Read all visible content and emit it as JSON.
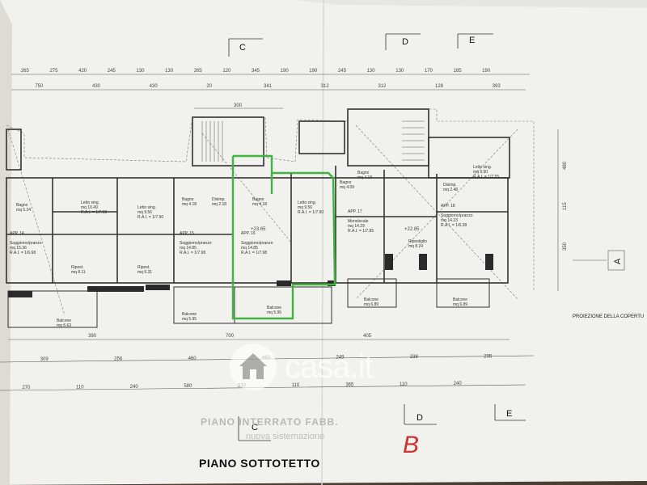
{
  "drawing": {
    "title": "PIANO SOTTOTETTO",
    "handwritten_mark": "B",
    "watermark": "casa.it",
    "faded_title": "PIANO INTERRATO FABB.",
    "faded_subtitle": "nuova sistemazione",
    "projection_label": "PROIEZIONE DELLA COPERTU",
    "section_labels_top": [
      "C",
      "D",
      "E"
    ],
    "section_labels_bottom": [
      "C",
      "D",
      "E"
    ],
    "section_marker_right": "A",
    "dims_top_row1": [
      "265",
      "275",
      "420",
      "245",
      "130",
      "130",
      "265",
      "120",
      "345",
      "190",
      "190",
      "245",
      "130",
      "130",
      "170",
      "185",
      "190"
    ],
    "dims_top_row2": [
      "750",
      "430",
      "430",
      "20",
      "341",
      "312",
      "312",
      "128",
      "393"
    ],
    "dims_top_row3": [
      "300"
    ],
    "dims_bottom_row1": [
      "390",
      "700",
      "405"
    ],
    "dims_bottom_row2": [
      "309",
      "256",
      "460",
      "460",
      "249",
      "238",
      "295"
    ],
    "dims_bottom_row3": [
      "270",
      "110",
      "240",
      "580",
      "530",
      "110",
      "365",
      "110",
      "240"
    ],
    "dims_right": [
      "480",
      "115",
      "350"
    ],
    "apartments": [
      {
        "id": "APP. 14",
        "room": "Soggiorno/pranzo",
        "area": "mq 15.36",
        "rai": "R.A.I. = 1/6.68"
      },
      {
        "id": "APP. 15",
        "room": "Soggiorno/pranzo",
        "area": "mq 14.85",
        "rai": "R.A.I. = 1/7.98"
      },
      {
        "id": "APP. 16",
        "room": "Soggiorno/pranzo",
        "area": "mq 14.85",
        "rai": "R.A.I. = 1/7.98"
      },
      {
        "id": "APP. 17",
        "room": "Monolocale",
        "area": "mq 14.29",
        "rai": "R.A.I. = 1/7.85"
      },
      {
        "id": "APP. 18",
        "room": "Soggiorno/pranzo",
        "area": "mq 14.23",
        "rai": "R.A.I. = 1/6.38"
      }
    ],
    "rooms": [
      {
        "name": "Bagno",
        "area": "mq 5.24"
      },
      {
        "name": "Letto sing.",
        "area": "mq 10.49",
        "rai": "R.A.I. = 1/7.98"
      },
      {
        "name": "Letto sing.",
        "area": "mq 9.56",
        "rai": "R.A.I. = 1/7.90"
      },
      {
        "name": "Bagno",
        "area": "mq 4.18"
      },
      {
        "name": "Disimp.",
        "area": "mq 2.18"
      },
      {
        "name": "Bagno",
        "area": "mq 4.18"
      },
      {
        "name": "Letto sing.",
        "area": "mq 9.56",
        "rai": "R.A.I. = 1/7.90"
      },
      {
        "name": "Bagno",
        "area": "mq 4.09"
      },
      {
        "name": "Bagno",
        "area": "mq 4.18"
      },
      {
        "name": "Disimp.",
        "area": "mq 2.48"
      },
      {
        "name": "Letto sing.",
        "area": "mq 9.50",
        "rai": "R.A.I. = 1/7.55"
      },
      {
        "name": "Ripost.",
        "area": "mq 8.11"
      },
      {
        "name": "Ripost.",
        "area": "mq 6.31"
      },
      {
        "name": "Ripostiglio",
        "area": "mq 8.24"
      }
    ],
    "balconies": [
      {
        "name": "Balcone",
        "area": "mq 6.63"
      },
      {
        "name": "Balcone",
        "area": "mq 5.95"
      },
      {
        "name": "Balcone",
        "area": "mq 5.95"
      },
      {
        "name": "Balcone",
        "area": "mq 6.89"
      },
      {
        "name": "Balcone",
        "area": "mq 6.89"
      }
    ],
    "levels": [
      "+23.65",
      "+22.85"
    ],
    "colors": {
      "highlight": "#3fb53f",
      "paper": "#f4f4f1",
      "ink": "#333333",
      "mark": "#d03030"
    }
  }
}
